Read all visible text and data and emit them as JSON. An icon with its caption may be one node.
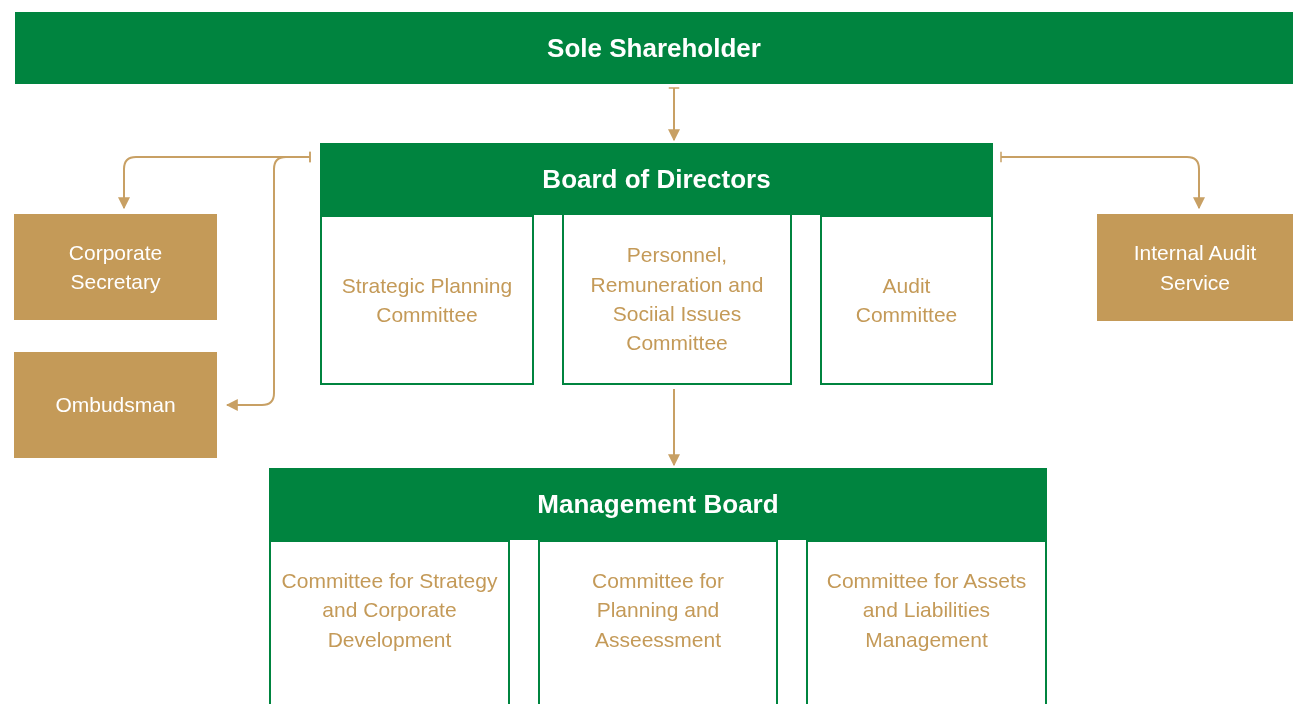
{
  "diagram": {
    "nodes": [
      {
        "text": [
          "Sole Shareholder"
        ]
      },
      {
        "text": [
          "Board of Directors"
        ]
      },
      {
        "text": [
          "Corporate Secretary"
        ]
      },
      {
        "text": [
          "Ombudsman"
        ]
      },
      {
        "text": [
          "Strategic Planning Committee"
        ]
      },
      {
        "text": [
          "Personnel, Remuneration and Sociial Issues Committee"
        ]
      },
      {
        "text": [
          "Audit Committee"
        ]
      },
      {
        "text": [
          "Internal Audit Service"
        ]
      },
      {
        "text": [
          "Management Board"
        ]
      },
      {
        "text": [
          "Committee for Strategy and Corporate Development"
        ]
      },
      {
        "text": [
          "Committee for Planning and Asseessment"
        ]
      },
      {
        "text": [
          "Committee for Assets and Liabilities Management"
        ]
      }
    ],
    "edges": [
      {
        "from": 0,
        "to": 1,
        "arrow": "to"
      },
      {
        "from": 1,
        "to": 2,
        "arrow": "to"
      },
      {
        "from": 1,
        "to": 3,
        "arrow": "to"
      },
      {
        "from": 1,
        "to": 7,
        "arrow": "to"
      },
      {
        "from": 5,
        "to": 8,
        "arrow": "to"
      }
    ]
  }
}
